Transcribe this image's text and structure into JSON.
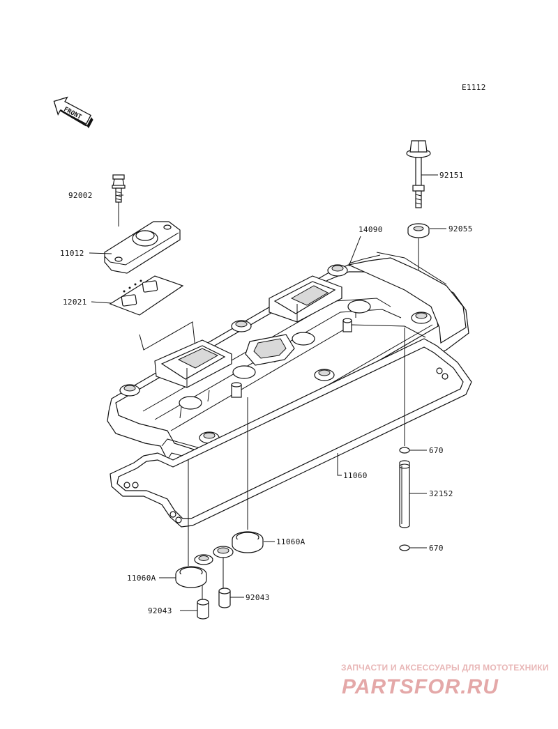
{
  "diagram_code": "E1112",
  "front_label": "FRONT",
  "callouts": {
    "p92002": "92002",
    "p11012": "11012",
    "p12021": "12021",
    "p14090": "14090",
    "p92151": "92151",
    "p92055": "92055",
    "p11060": "11060",
    "p670a": "670",
    "p32152": "32152",
    "p670b": "670",
    "p11060a_r": "11060A",
    "p11060a_l": "11060A",
    "p92043_r": "92043",
    "p92043_l": "92043"
  },
  "watermark": {
    "tagline": "ЗАПЧАСТИ И АКСЕССУАРЫ ДЛЯ МОТОТЕХНИКИ",
    "brand": "PARTSFOR.RU"
  },
  "colors": {
    "line": "#111111",
    "watermark": "#e4a8a8"
  }
}
